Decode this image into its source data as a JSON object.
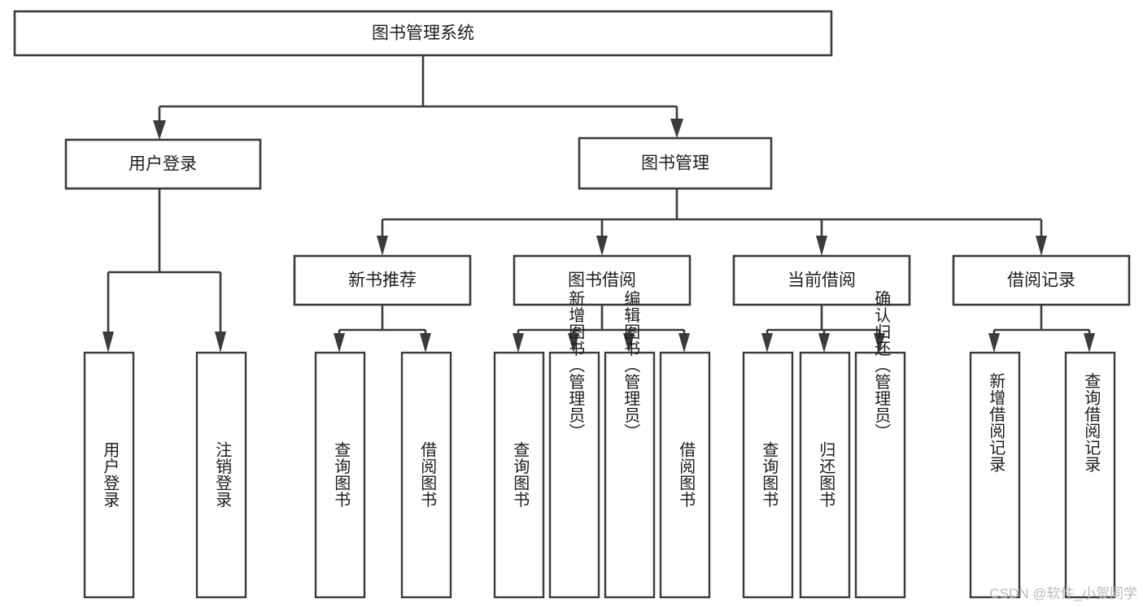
{
  "diagram": {
    "type": "tree-hierarchy-functional-decomposition",
    "title": "图书管理系统",
    "root": {
      "id": "root",
      "label": "图书管理系统",
      "level": 0
    },
    "level1": [
      {
        "id": "user-login",
        "label": "用户登录",
        "level": 1
      },
      {
        "id": "book-management",
        "label": "图书管理",
        "level": 1
      }
    ],
    "level2": [
      {
        "id": "new-book-recommend",
        "label": "新书推荐",
        "level": 2,
        "parent": "book-management"
      },
      {
        "id": "book-borrow",
        "label": "图书借阅",
        "level": 2,
        "parent": "book-management"
      },
      {
        "id": "current-borrow",
        "label": "当前借阅",
        "level": 2,
        "parent": "book-management"
      },
      {
        "id": "borrow-record",
        "label": "借阅记录",
        "level": 2,
        "parent": "book-management"
      }
    ],
    "leaves": [
      {
        "id": "leaf-user-login",
        "label": "用户登录",
        "parent": "user-login"
      },
      {
        "id": "leaf-logout-login",
        "label": "注销登录",
        "parent": "user-login"
      },
      {
        "id": "leaf-query-book-1",
        "label": "查询图书",
        "parent": "new-book-recommend"
      },
      {
        "id": "leaf-borrow-book-1",
        "label": "借阅图书",
        "parent": "new-book-recommend"
      },
      {
        "id": "leaf-query-book-2",
        "label": "查询图书",
        "parent": "book-borrow"
      },
      {
        "id": "leaf-add-book",
        "label": "新增图书（管理员）",
        "parent": "book-borrow"
      },
      {
        "id": "leaf-edit-book",
        "label": "编辑图书（管理员）",
        "parent": "book-borrow"
      },
      {
        "id": "leaf-borrow-book-2",
        "label": "借阅图书",
        "parent": "book-borrow"
      },
      {
        "id": "leaf-query-book-3",
        "label": "查询图书",
        "parent": "current-borrow"
      },
      {
        "id": "leaf-return-book",
        "label": "归还图书",
        "parent": "current-borrow"
      },
      {
        "id": "leaf-confirm-return",
        "label": "确认归还（管理员）",
        "parent": "current-borrow"
      },
      {
        "id": "leaf-add-record",
        "label": "新增借阅记录",
        "parent": "borrow-record"
      },
      {
        "id": "leaf-query-record",
        "label": "查询借阅记录",
        "parent": "borrow-record"
      }
    ],
    "watermark": "CSDN @软件_小贺同学",
    "colors": {
      "background": "#ffffff",
      "box_fill": "#ffffff",
      "box_stroke": "#3b3b3b",
      "connector": "#3b3b3b",
      "text": "#1d1d1d",
      "watermark": "#b9b9b9"
    }
  }
}
